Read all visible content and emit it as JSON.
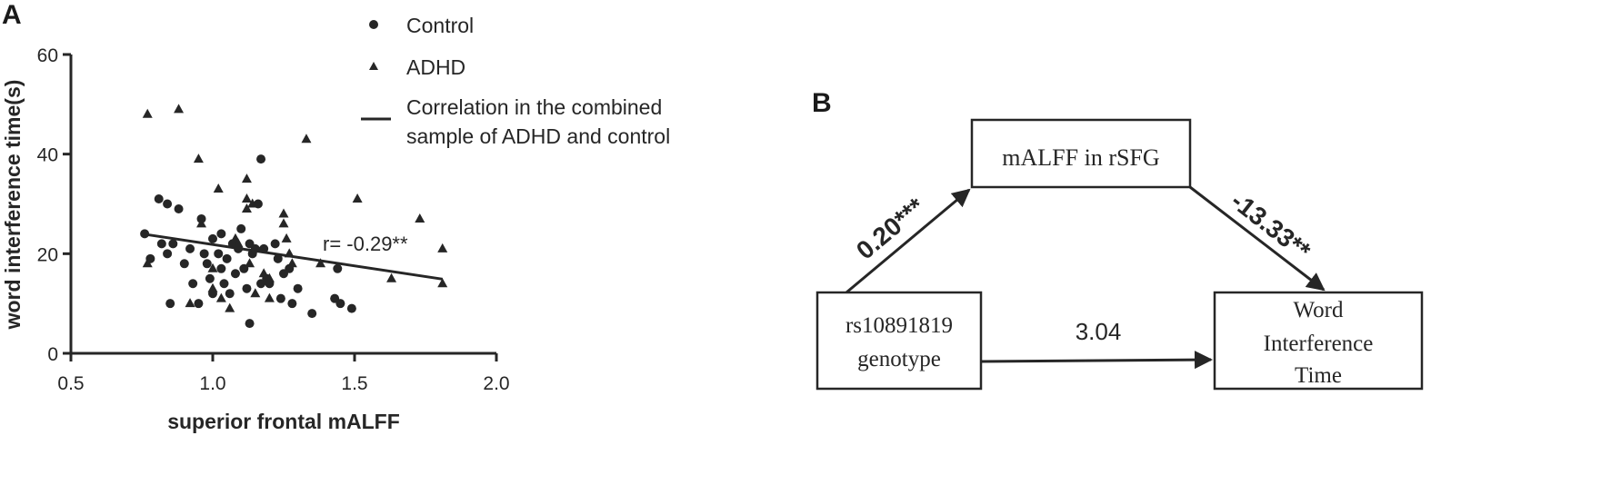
{
  "panel_a": {
    "label": "A",
    "legend": {
      "control": "Control",
      "adhd": "ADHD",
      "line_line1": "Correlation in the combined",
      "line_line2": "sample of ADHD and control"
    },
    "annotation": "r= -0.29**"
  },
  "panel_b": {
    "label": "B",
    "boxes": {
      "mediator": "mALFF in rSFG",
      "predictor_line1": "rs10891819",
      "predictor_line2": "genotype",
      "outcome_line1": "Word",
      "outcome_line2": "Interference",
      "outcome_line3": "Time"
    },
    "paths": {
      "a": "0.20***",
      "b": "-13.33**",
      "c_prime": "3.04"
    }
  },
  "chart_data": {
    "type": "scatter",
    "xlabel": "superior frontal mALFF",
    "ylabel": "word interference time(s)",
    "xlim": [
      0.5,
      2.0
    ],
    "ylim": [
      0,
      60
    ],
    "xticks": [
      "0.5",
      "1.0",
      "1.5",
      "2.0"
    ],
    "yticks": [
      "0",
      "20",
      "40",
      "60"
    ],
    "grid": false,
    "legend_position": "top-right",
    "series": [
      {
        "name": "Control",
        "marker": "circle",
        "points": [
          [
            0.76,
            24
          ],
          [
            0.78,
            19
          ],
          [
            0.81,
            31
          ],
          [
            0.82,
            22
          ],
          [
            0.84,
            20
          ],
          [
            0.84,
            30
          ],
          [
            0.85,
            10
          ],
          [
            0.86,
            22
          ],
          [
            0.88,
            29
          ],
          [
            0.9,
            18
          ],
          [
            0.92,
            21
          ],
          [
            0.93,
            14
          ],
          [
            0.95,
            10
          ],
          [
            0.96,
            27
          ],
          [
            0.97,
            20
          ],
          [
            0.98,
            18
          ],
          [
            0.99,
            15
          ],
          [
            1.0,
            23
          ],
          [
            1.0,
            12
          ],
          [
            1.02,
            20
          ],
          [
            1.03,
            17
          ],
          [
            1.03,
            24
          ],
          [
            1.04,
            14
          ],
          [
            1.05,
            19
          ],
          [
            1.06,
            12
          ],
          [
            1.07,
            22
          ],
          [
            1.08,
            16
          ],
          [
            1.09,
            21
          ],
          [
            1.1,
            25
          ],
          [
            1.11,
            17
          ],
          [
            1.12,
            13
          ],
          [
            1.13,
            22
          ],
          [
            1.13,
            6
          ],
          [
            1.14,
            20
          ],
          [
            1.15,
            21
          ],
          [
            1.16,
            30
          ],
          [
            1.17,
            14
          ],
          [
            1.17,
            39
          ],
          [
            1.18,
            21
          ],
          [
            1.19,
            15
          ],
          [
            1.2,
            14
          ],
          [
            1.22,
            22
          ],
          [
            1.23,
            19
          ],
          [
            1.24,
            11
          ],
          [
            1.25,
            16
          ],
          [
            1.27,
            17
          ],
          [
            1.28,
            10
          ],
          [
            1.3,
            13
          ],
          [
            1.35,
            8
          ],
          [
            1.43,
            11
          ],
          [
            1.44,
            17
          ],
          [
            1.45,
            10
          ],
          [
            1.49,
            9
          ]
        ]
      },
      {
        "name": "ADHD",
        "marker": "triangle",
        "points": [
          [
            0.77,
            48
          ],
          [
            0.77,
            18
          ],
          [
            0.88,
            49
          ],
          [
            0.92,
            10
          ],
          [
            0.95,
            39
          ],
          [
            0.96,
            26
          ],
          [
            1.0,
            17
          ],
          [
            1.0,
            13
          ],
          [
            1.02,
            33
          ],
          [
            1.03,
            11
          ],
          [
            1.06,
            9
          ],
          [
            1.08,
            23
          ],
          [
            1.09,
            22
          ],
          [
            1.12,
            35
          ],
          [
            1.12,
            31
          ],
          [
            1.12,
            29
          ],
          [
            1.13,
            18
          ],
          [
            1.14,
            30
          ],
          [
            1.15,
            12
          ],
          [
            1.18,
            16
          ],
          [
            1.2,
            11
          ],
          [
            1.2,
            15
          ],
          [
            1.25,
            28
          ],
          [
            1.25,
            26
          ],
          [
            1.26,
            23
          ],
          [
            1.27,
            20
          ],
          [
            1.28,
            18
          ],
          [
            1.33,
            43
          ],
          [
            1.38,
            18
          ],
          [
            1.51,
            31
          ],
          [
            1.63,
            15
          ],
          [
            1.73,
            27
          ],
          [
            1.81,
            21
          ],
          [
            1.81,
            14
          ]
        ]
      }
    ],
    "regression_line": {
      "name": "Correlation in the combined sample of ADHD and control",
      "x": [
        0.76,
        1.81
      ],
      "y": [
        23.9,
        14.9
      ]
    }
  }
}
